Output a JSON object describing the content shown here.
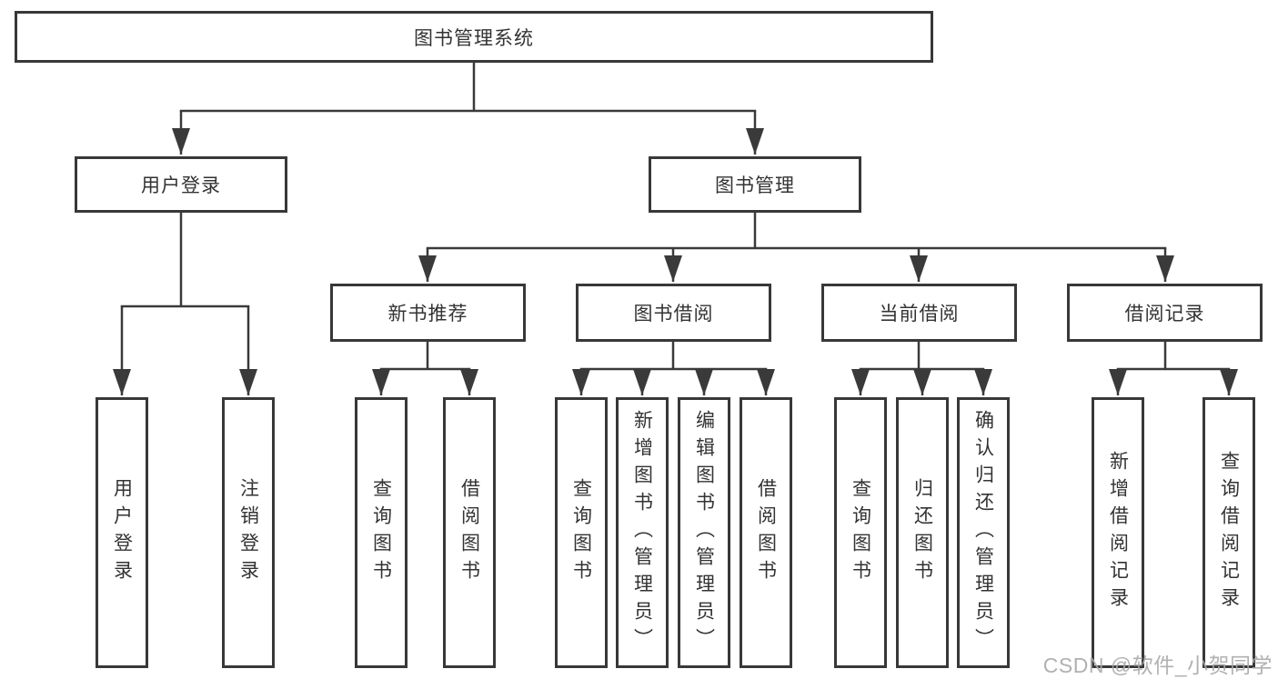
{
  "tree": {
    "root": {
      "label": "图书管理系统"
    },
    "branches": [
      {
        "label": "用户登录",
        "children": [
          {
            "label": "用户登录"
          },
          {
            "label": "注销登录"
          }
        ]
      },
      {
        "label": "图书管理",
        "children": [
          {
            "label": "新书推荐",
            "children": [
              {
                "label": "查询图书"
              },
              {
                "label": "借阅图书"
              }
            ]
          },
          {
            "label": "图书借阅",
            "children": [
              {
                "label": "查询图书"
              },
              {
                "label": "新增图书（管理员）"
              },
              {
                "label": "编辑图书（管理员）"
              },
              {
                "label": "借阅图书"
              }
            ]
          },
          {
            "label": "当前借阅",
            "children": [
              {
                "label": "查询图书"
              },
              {
                "label": "归还图书"
              },
              {
                "label": "确认归还（管理员）"
              }
            ]
          },
          {
            "label": "借阅记录",
            "children": [
              {
                "label": "新增借阅记录"
              },
              {
                "label": "查询借阅记录"
              }
            ]
          }
        ]
      }
    ]
  },
  "watermark": {
    "text": "CSDN @软件_小贺同学"
  },
  "colors": {
    "line": "#3a3a3a",
    "border": "#383838",
    "text": "#333333",
    "background": "#ffffff",
    "watermark": "#a8a8a8"
  }
}
